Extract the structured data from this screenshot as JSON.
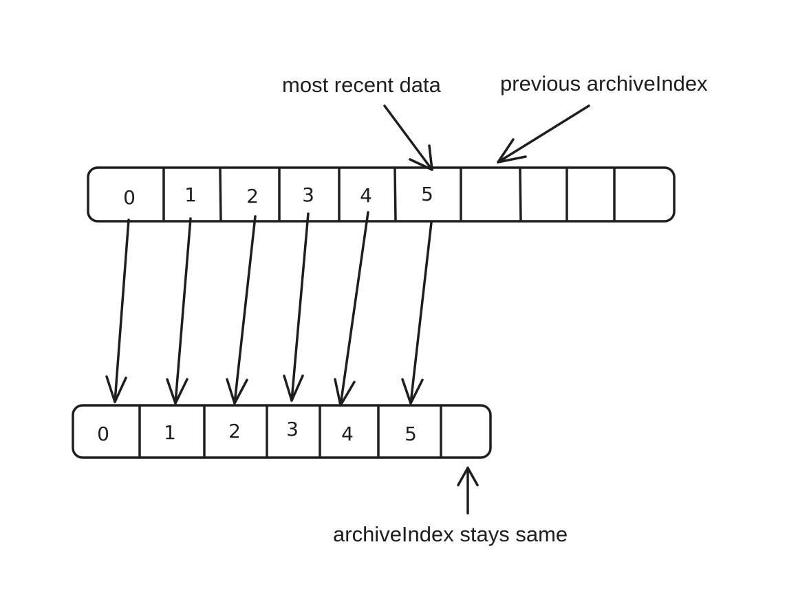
{
  "labels": {
    "most_recent": "most recent data",
    "previous_index": "previous archiveIndex",
    "stays_same": "archiveIndex stays same"
  },
  "top_array": {
    "cells": [
      "0",
      "1",
      "2",
      "3",
      "4",
      "5",
      "",
      "",
      "",
      ""
    ]
  },
  "bottom_array": {
    "cells": [
      "0",
      "1",
      "2",
      "3",
      "4",
      "5",
      ""
    ]
  },
  "colors": {
    "stroke": "#1e1e1e",
    "background": "#ffffff"
  }
}
